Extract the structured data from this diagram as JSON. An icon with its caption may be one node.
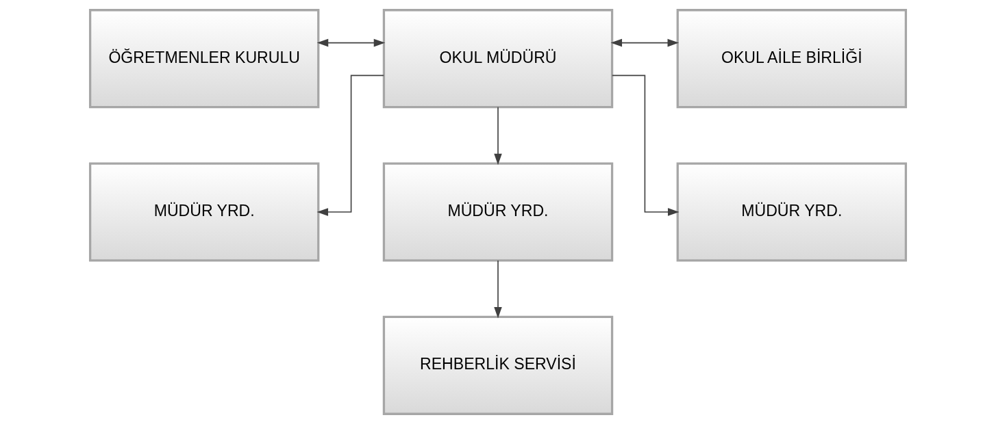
{
  "diagram": {
    "nodes": [
      {
        "text": [
          "ÖĞRETMENLER KURULU"
        ]
      },
      {
        "text": [
          "OKUL MÜDÜRÜ"
        ]
      },
      {
        "text": [
          "OKUL AİLE BİRLİĞİ"
        ]
      },
      {
        "text": [
          "MÜDÜR YRD."
        ]
      },
      {
        "text": [
          "MÜDÜR YRD."
        ]
      },
      {
        "text": [
          "MÜDÜR YRD."
        ]
      },
      {
        "text": [
          "REHBERLİK SERVİSİ"
        ]
      }
    ],
    "edges": [
      {
        "from": 0,
        "to": 1,
        "arrow": "both"
      },
      {
        "from": 1,
        "to": 2,
        "arrow": "both"
      },
      {
        "from": 1,
        "to": 3,
        "arrow": "to"
      },
      {
        "from": 1,
        "to": 4,
        "arrow": "to"
      },
      {
        "from": 1,
        "to": 5,
        "arrow": "to"
      },
      {
        "from": 4,
        "to": 6,
        "arrow": "to"
      }
    ]
  }
}
